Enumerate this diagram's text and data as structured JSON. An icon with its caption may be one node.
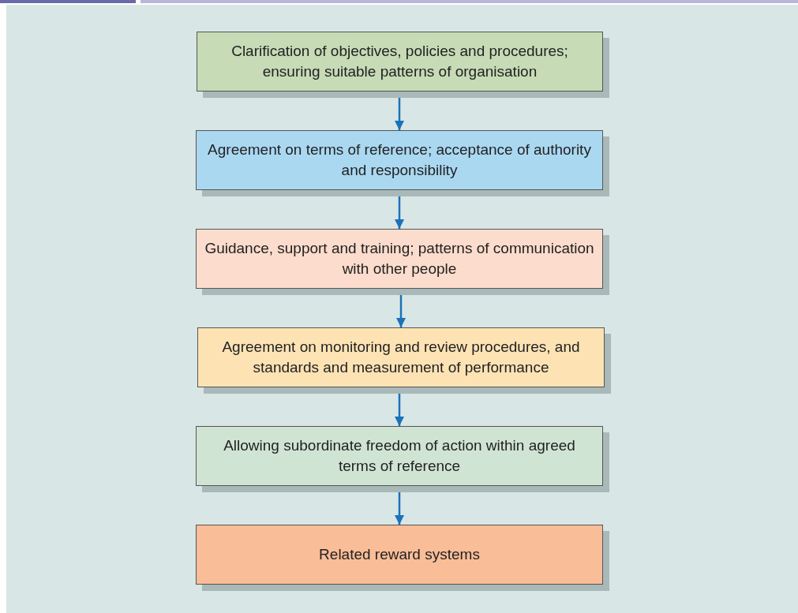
{
  "diagram": {
    "nodes": [
      {
        "text": [
          "Clarification of objectives, policies and procedures; ensuring suitable patterns of organisation"
        ]
      },
      {
        "text": [
          "Agreement on terms of reference; acceptance of authority and responsibility"
        ]
      },
      {
        "text": [
          "Guidance, support and training; patterns of communication with other people"
        ]
      },
      {
        "text": [
          "Agreement on monitoring and review procedures, and standards and measurement of performance"
        ]
      },
      {
        "text": [
          "Allowing subordinate freedom of action within agreed terms of reference"
        ]
      },
      {
        "text": [
          "Related reward systems"
        ]
      }
    ],
    "edges": [
      {
        "from": 0,
        "to": 1,
        "arrow": "to"
      },
      {
        "from": 1,
        "to": 2,
        "arrow": "to"
      },
      {
        "from": 2,
        "to": 3,
        "arrow": "to"
      },
      {
        "from": 3,
        "to": 4,
        "arrow": "to"
      },
      {
        "from": 4,
        "to": 5,
        "arrow": "to"
      }
    ]
  }
}
